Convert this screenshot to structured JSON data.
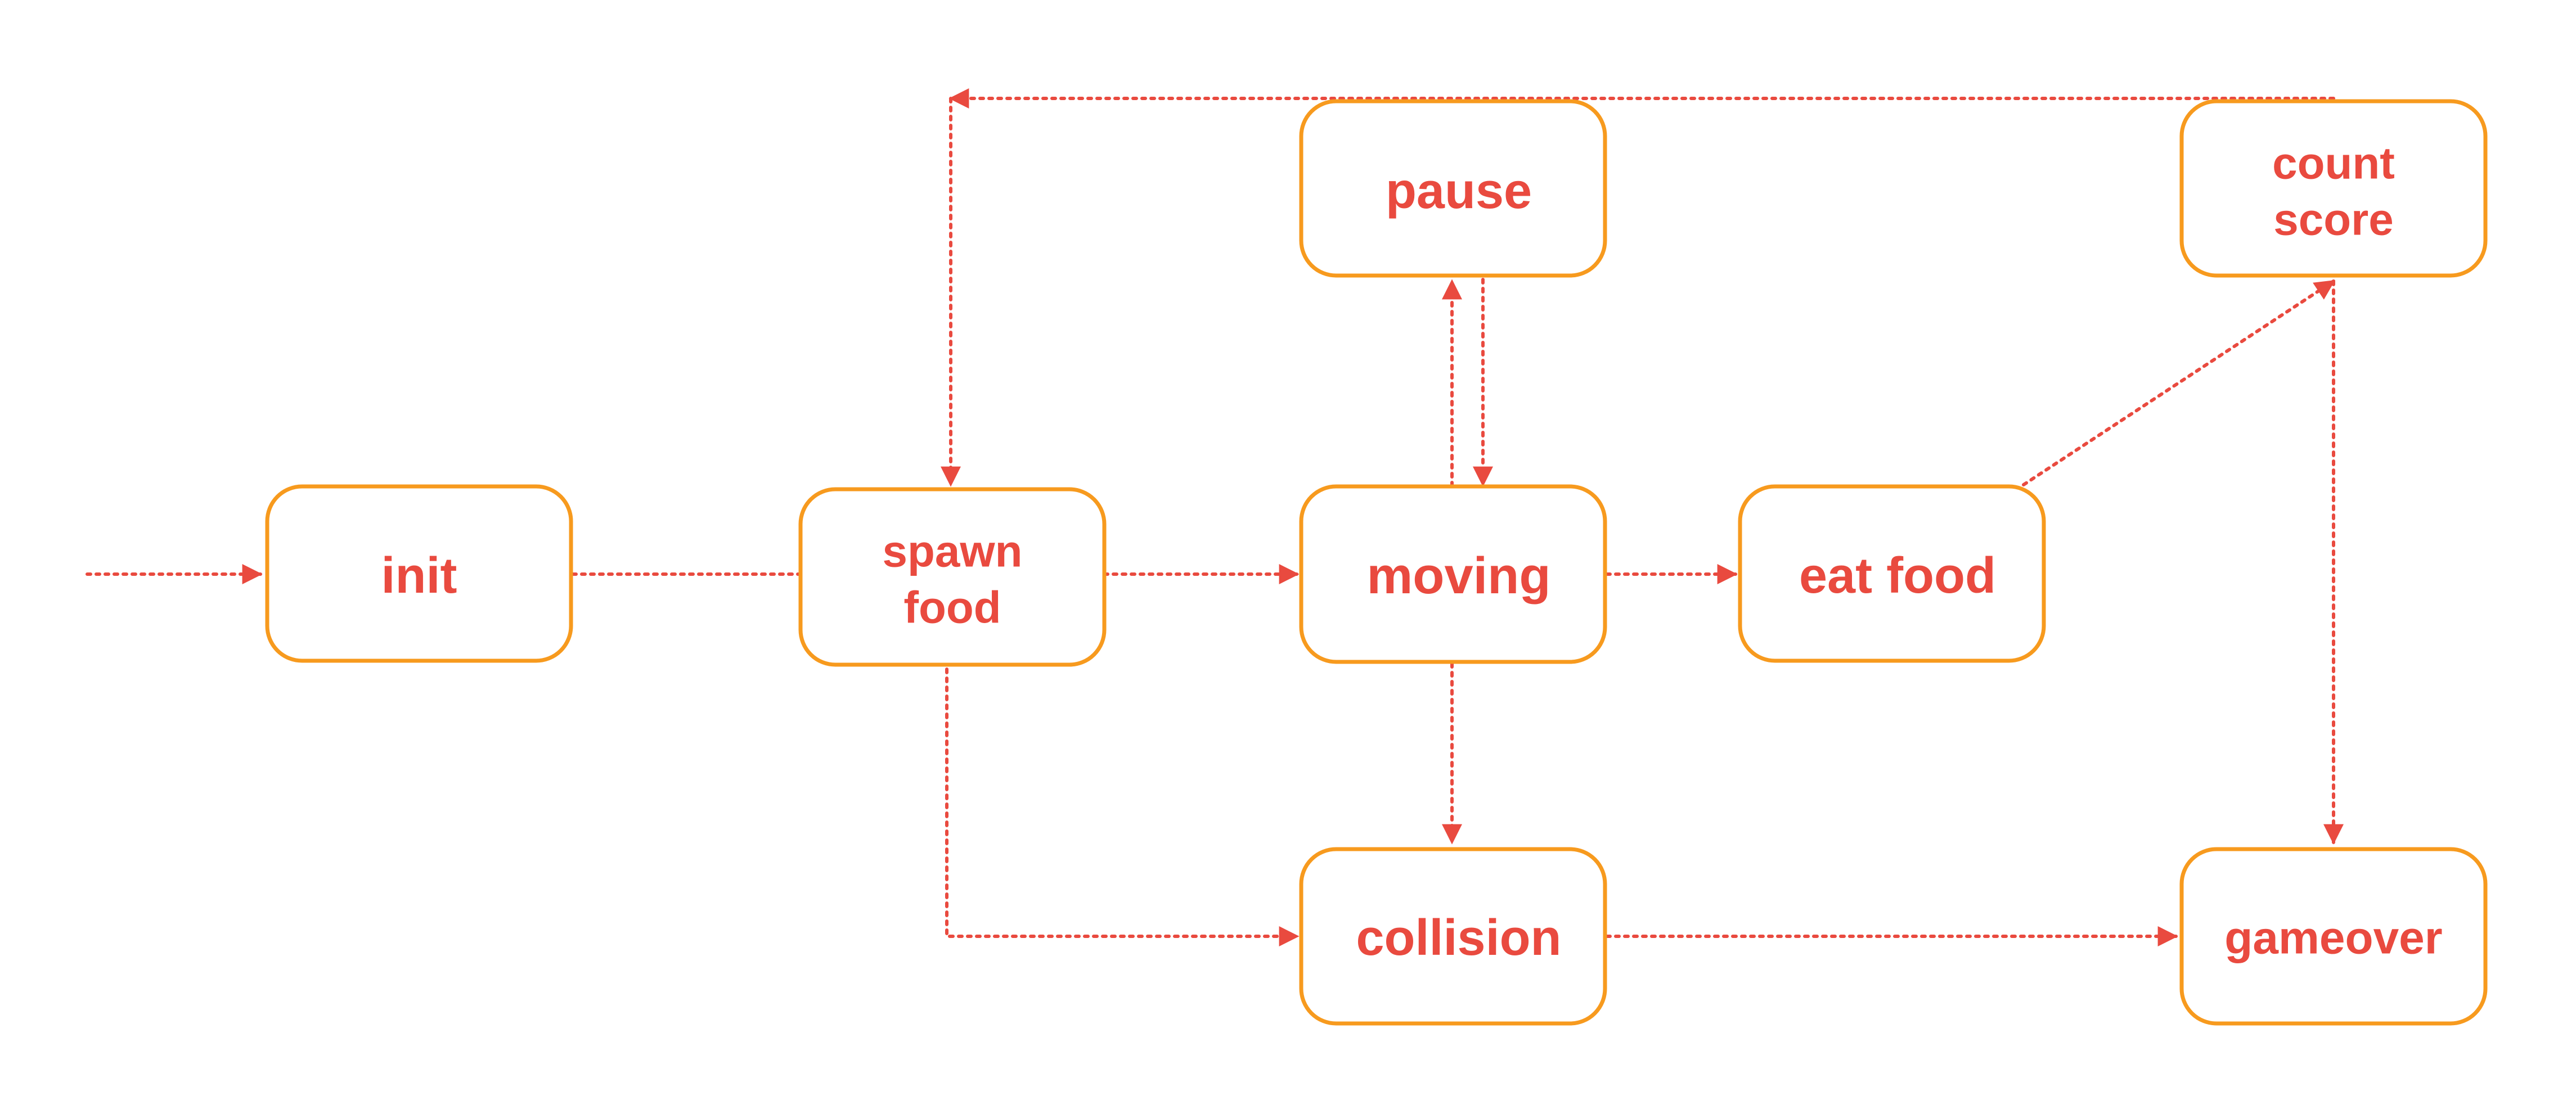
{
  "diagram": {
    "type": "state-machine",
    "colors": {
      "node_border": "#f79a1e",
      "text": "#e94a3f",
      "edge": "#e94a3f",
      "background": "#ffffff"
    },
    "nodes": {
      "init": {
        "lines": [
          "init"
        ]
      },
      "spawn_food": {
        "lines": [
          "spawn",
          "food"
        ]
      },
      "moving": {
        "lines": [
          "moving"
        ]
      },
      "eat_food": {
        "lines": [
          "eat food"
        ]
      },
      "pause": {
        "lines": [
          "pause"
        ]
      },
      "count_score": {
        "lines": [
          "count",
          "score"
        ]
      },
      "collision": {
        "lines": [
          "collision"
        ]
      },
      "gameover": {
        "lines": [
          "gameover"
        ]
      }
    },
    "edges": [
      {
        "from": "start",
        "to": "init"
      },
      {
        "from": "init",
        "to": "spawn_food"
      },
      {
        "from": "spawn_food",
        "to": "moving"
      },
      {
        "from": "moving",
        "to": "eat_food"
      },
      {
        "from": "moving",
        "to": "pause"
      },
      {
        "from": "pause",
        "to": "moving"
      },
      {
        "from": "moving",
        "to": "collision"
      },
      {
        "from": "spawn_food",
        "to": "collision"
      },
      {
        "from": "eat_food",
        "to": "count_score"
      },
      {
        "from": "count_score",
        "to": "spawn_food"
      },
      {
        "from": "count_score",
        "to": "gameover"
      },
      {
        "from": "collision",
        "to": "gameover"
      }
    ]
  }
}
